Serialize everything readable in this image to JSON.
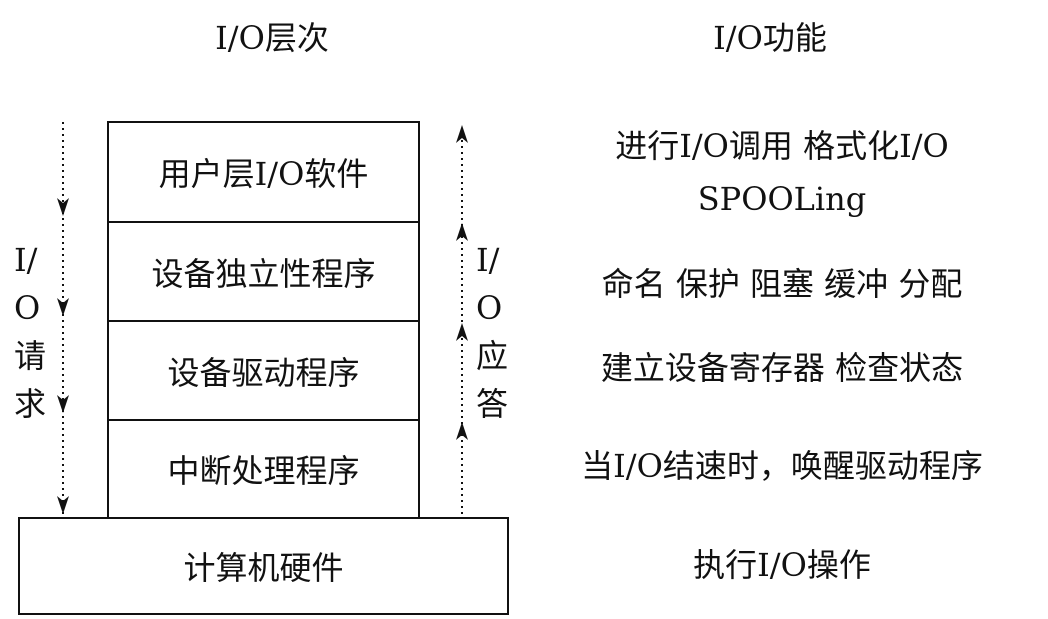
{
  "headers": {
    "layers": "I/O层次",
    "functions": "I/O功能"
  },
  "layers": [
    {
      "name": "用户层I/O软件",
      "function_lines": [
        "进行I/O调用 格式化I/O",
        "SPOOLing"
      ]
    },
    {
      "name": "设备独立性程序",
      "function_lines": [
        "命名 保护 阻塞 缓冲 分配"
      ]
    },
    {
      "name": "设备驱动程序",
      "function_lines": [
        "建立设备寄存器 检查状态"
      ]
    },
    {
      "name": "中断处理程序",
      "function_lines": [
        "当I/O结速时，唤醒驱动程序"
      ]
    },
    {
      "name": "计算机硬件",
      "function_lines": [
        "执行I/O操作"
      ]
    }
  ],
  "request_label": [
    "I/",
    "O",
    "请",
    "求"
  ],
  "response_label": [
    "I/",
    "O",
    "应",
    "答"
  ]
}
